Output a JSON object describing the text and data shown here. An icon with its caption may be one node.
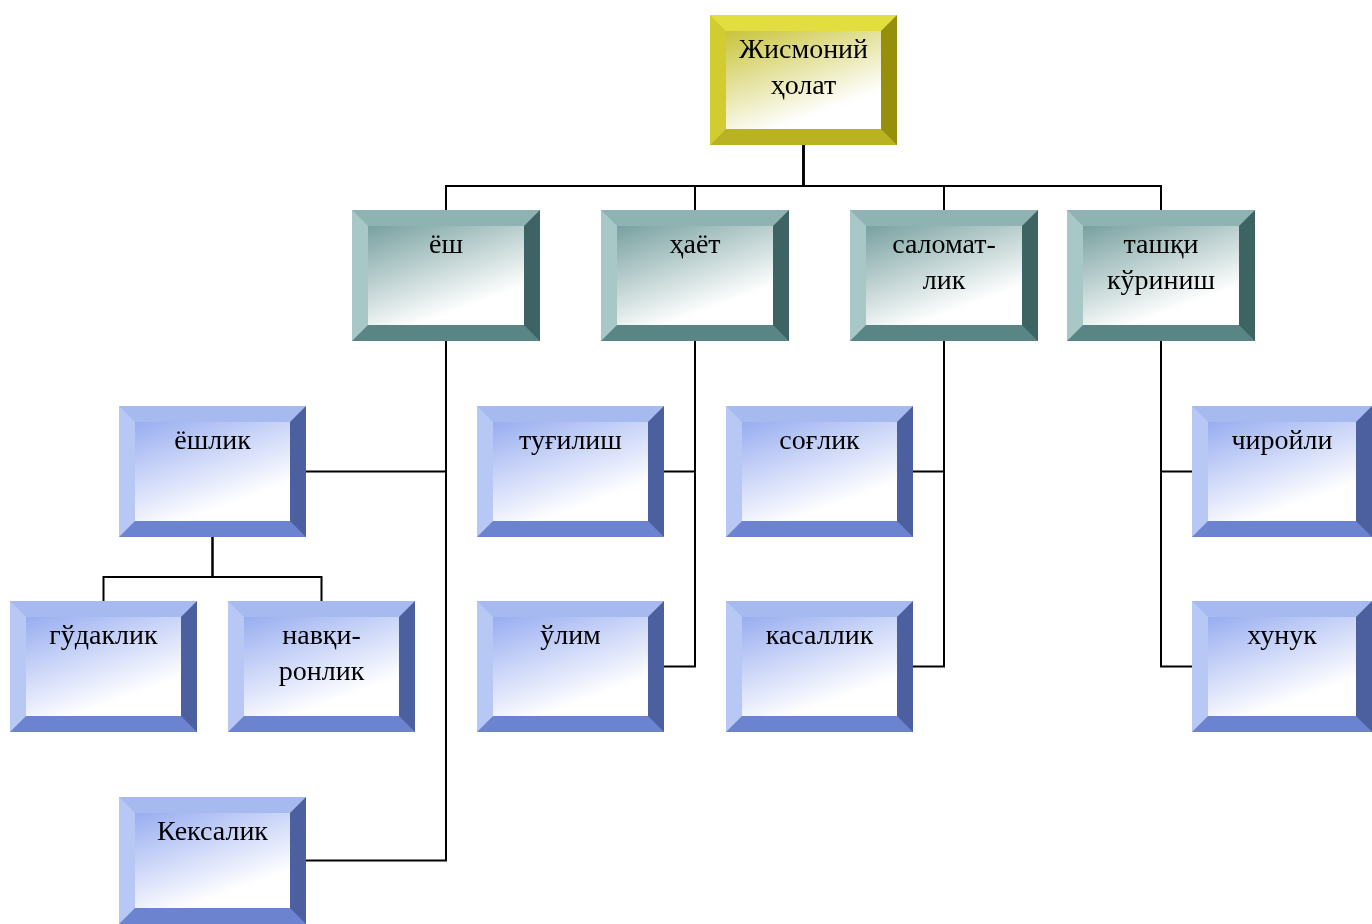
{
  "diagram": {
    "nodes": [
      {
        "text": [
          "Жисмоний ҳолат"
        ]
      },
      {
        "text": [
          "ёш"
        ]
      },
      {
        "text": [
          "ҳаёт"
        ]
      },
      {
        "text": [
          "саломат- лик"
        ]
      },
      {
        "text": [
          "ташқи кўриниш"
        ]
      },
      {
        "text": [
          "ёшлик"
        ]
      },
      {
        "text": [
          "гўдаклик"
        ]
      },
      {
        "text": [
          "навқи- ронлик"
        ]
      },
      {
        "text": [
          "Кексалик"
        ]
      },
      {
        "text": [
          "туғилиш"
        ]
      },
      {
        "text": [
          "ўлим"
        ]
      },
      {
        "text": [
          "соғлик"
        ]
      },
      {
        "text": [
          "касаллик"
        ]
      },
      {
        "text": [
          "чиройли"
        ]
      },
      {
        "text": [
          "хунук"
        ]
      }
    ],
    "edges": [
      {
        "from": 0,
        "to": 1,
        "arrow": "none"
      },
      {
        "from": 0,
        "to": 2,
        "arrow": "none"
      },
      {
        "from": 0,
        "to": 3,
        "arrow": "none"
      },
      {
        "from": 0,
        "to": 4,
        "arrow": "none"
      },
      {
        "from": 1,
        "to": 5,
        "arrow": "none"
      },
      {
        "from": 1,
        "to": 8,
        "arrow": "none"
      },
      {
        "from": 5,
        "to": 6,
        "arrow": "none"
      },
      {
        "from": 5,
        "to": 7,
        "arrow": "none"
      },
      {
        "from": 2,
        "to": 9,
        "arrow": "none"
      },
      {
        "from": 2,
        "to": 10,
        "arrow": "none"
      },
      {
        "from": 3,
        "to": 11,
        "arrow": "none"
      },
      {
        "from": 3,
        "to": 12,
        "arrow": "none"
      },
      {
        "from": 4,
        "to": 13,
        "arrow": "none"
      },
      {
        "from": 4,
        "to": 14,
        "arrow": "none"
      }
    ]
  }
}
